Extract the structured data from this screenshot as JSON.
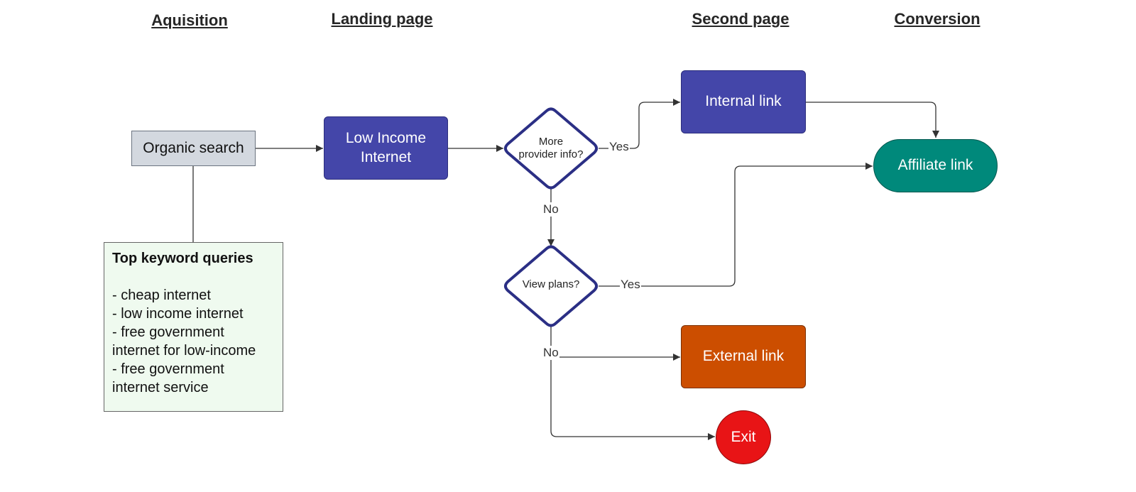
{
  "lanes": {
    "acquisition": "Aquisition",
    "landing_page": "Landing page",
    "second_page": "Second page",
    "conversion": "Conversion"
  },
  "nodes": {
    "organic_search": "Organic search",
    "low_income_internet": "Low Income\nInternet",
    "more_provider_info": "More\nprovider info?",
    "view_plans": "View plans?",
    "internal_link": "Internal link",
    "affiliate_link": "Affiliate link",
    "external_link": "External link",
    "exit": "Exit"
  },
  "note": {
    "title": "Top keyword queries",
    "items": [
      "- cheap internet",
      "- low income internet",
      "- free government internet for low-income",
      "- free government internet service"
    ]
  },
  "edge_labels": {
    "more_info_yes": "Yes",
    "more_info_no": "No",
    "view_plans_yes": "Yes",
    "view_plans_no": "No"
  },
  "colors": {
    "organic_search_fill": "#d3d8df",
    "page_node_fill": "#4446a9",
    "diamond_stroke": "#2b2f85",
    "affiliate_fill": "#00897b",
    "external_fill": "#cc4e00",
    "exit_fill": "#e81416",
    "note_fill": "#effaef"
  }
}
